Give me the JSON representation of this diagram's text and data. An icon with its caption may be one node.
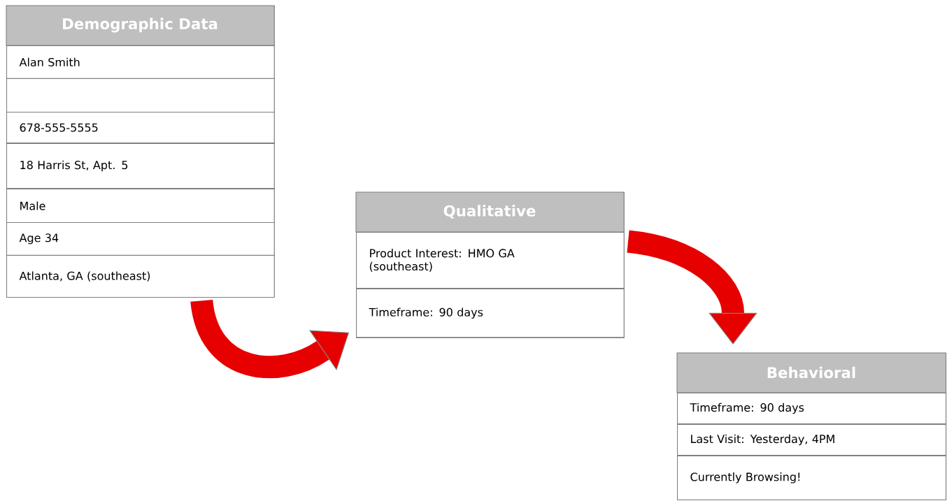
{
  "diagram": {
    "nodes": [
      {
        "text": [
          "Demographic Data"
        ]
      },
      {
        "text": [
          "Alan Smith"
        ],
        "in": 0
      },
      {
        "text": [],
        "shape": "box",
        "in": 0
      },
      {
        "text": [
          "678-555-5555"
        ],
        "in": 0
      },
      {
        "text": [
          "18 Harris St, Apt. 5"
        ],
        "in": 0
      },
      {
        "text": [
          "Male"
        ],
        "in": 0
      },
      {
        "text": [
          "Age 34"
        ],
        "in": 0
      },
      {
        "text": [
          "Atlanta, GA (southeast)"
        ],
        "in": 0
      },
      {
        "text": [
          "Qualitative"
        ]
      },
      {
        "text": [
          "Product Interest: HMO GA (southeast)"
        ],
        "in": 8
      },
      {
        "text": [
          "Timeframe: 90 days"
        ],
        "in": 8
      },
      {
        "text": [
          "Behavioral"
        ]
      },
      {
        "text": [
          "Timeframe: 90 days"
        ],
        "in": 11
      },
      {
        "text": [
          "Last Visit: Yesterday, 4PM"
        ],
        "in": 11
      },
      {
        "text": [
          "Currently Browsing!"
        ],
        "in": 11
      }
    ],
    "edges": [
      {
        "from": 0,
        "to": 8,
        "arrow": "to",
        "color": "#e60000"
      },
      {
        "from": 8,
        "to": 11,
        "arrow": "to",
        "color": "#e60000"
      }
    ]
  }
}
